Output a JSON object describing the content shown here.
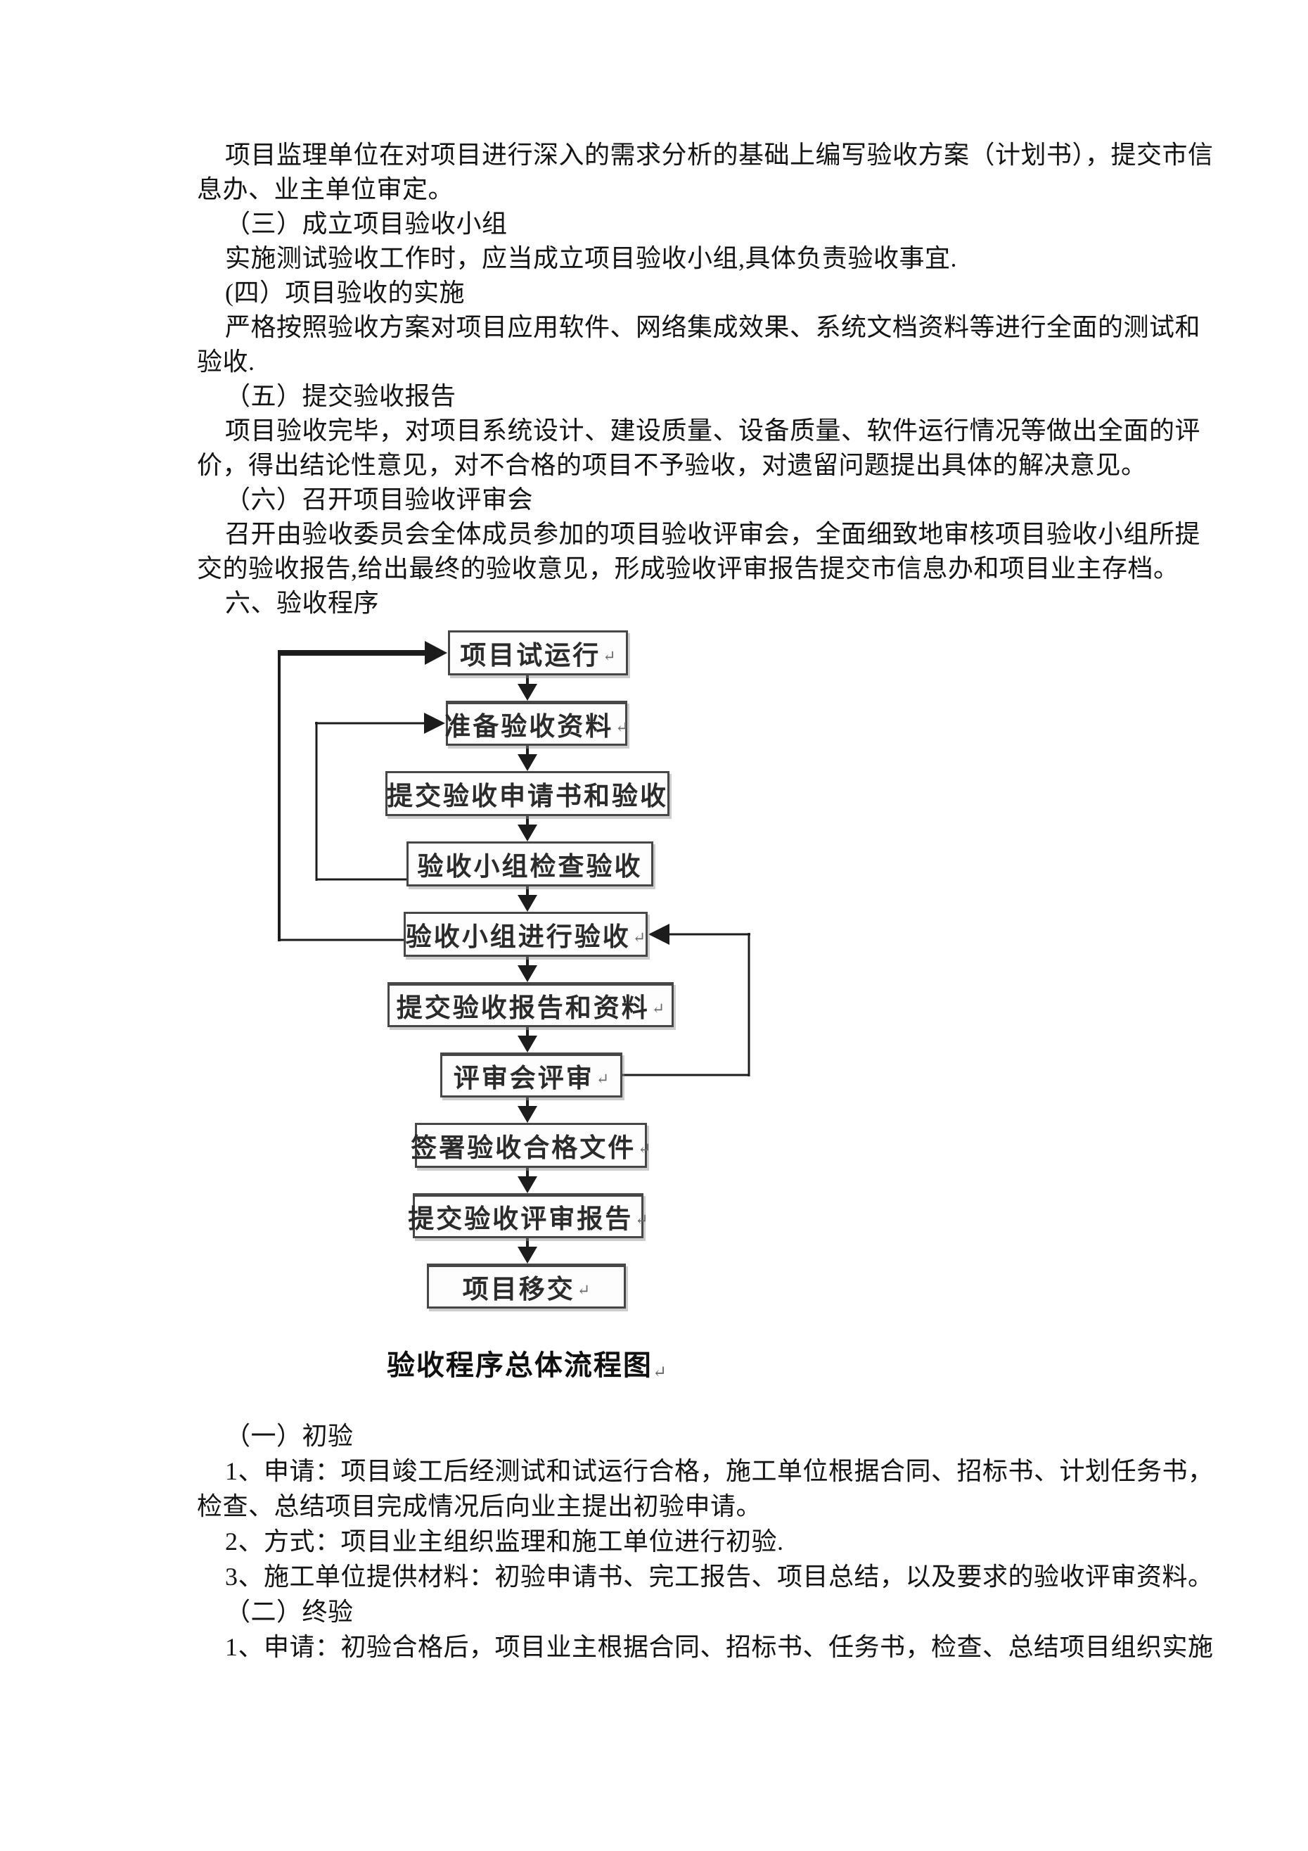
{
  "page": {
    "background_color": "#ffffff",
    "text_color": "#141414",
    "line_color": "#1c1c1c",
    "box_border_color": "#474747"
  },
  "doc": {
    "top_lines": [
      {
        "text": "项目监理单位在对项目进行深入的需求分析的基础上编写验收方案（计划书），提交市信"
      },
      {
        "text": "息办、业主单位审定。"
      },
      {
        "text": "（三）成立项目验收小组"
      },
      {
        "text": "实施测试验收工作时，应当成立项目验收小组,具体负责验收事宜."
      },
      {
        "text": "(四）项目验收的实施"
      },
      {
        "text": "严格按照验收方案对项目应用软件、网络集成效果、系统文档资料等进行全面的测试和"
      },
      {
        "text": "验收."
      },
      {
        "text": "（五）提交验收报告"
      },
      {
        "text": "项目验收完毕，对项目系统设计、建设质量、设备质量、软件运行情况等做出全面的评"
      },
      {
        "text": "价，得出结论性意见，对不合格的项目不予验收，对遗留问题提出具体的解决意见。"
      },
      {
        "text": "（六）召开项目验收评审会"
      },
      {
        "text": "召开由验收委员会全体成员参加的项目验收评审会，全面细致地审核项目验收小组所提"
      },
      {
        "text": "交的验收报告,给出最终的验收意见，形成验收评审报告提交市信息办和项目业主存档。"
      },
      {
        "text": "六、验收程序"
      }
    ],
    "bottom_lines": [
      {
        "text": "（一）初验"
      },
      {
        "text": "1、申请：项目竣工后经测试和试运行合格，施工单位根据合同、招标书、计划任务书，"
      },
      {
        "text": "检查、总结项目完成情况后向业主提出初验申请。"
      },
      {
        "text": "2、方式：项目业主组织监理和施工单位进行初验."
      },
      {
        "text": "3、施工单位提供材料：初验申请书、完工报告、项目总结，以及要求的验收评审资料。"
      },
      {
        "text": "（二）终验"
      },
      {
        "text": "1、申请：初验合格后，项目业主根据合同、招标书、任务书，检查、总结项目组织实施"
      }
    ]
  },
  "flowchart": {
    "caption": "验收程序总体流程图",
    "return_mark": "↵",
    "boxes": [
      {
        "label": "项目试运行"
      },
      {
        "label": "准备验收资料"
      },
      {
        "label": "提交验收申请书和验收"
      },
      {
        "label": "验收小组检查验收"
      },
      {
        "label": "验收小组进行验收"
      },
      {
        "label": "提交验收报告和资料"
      },
      {
        "label": "评审会评审"
      },
      {
        "label": "签署验收合格文件"
      },
      {
        "label": "提交验收评审报告"
      },
      {
        "label": "项目移交"
      }
    ]
  }
}
